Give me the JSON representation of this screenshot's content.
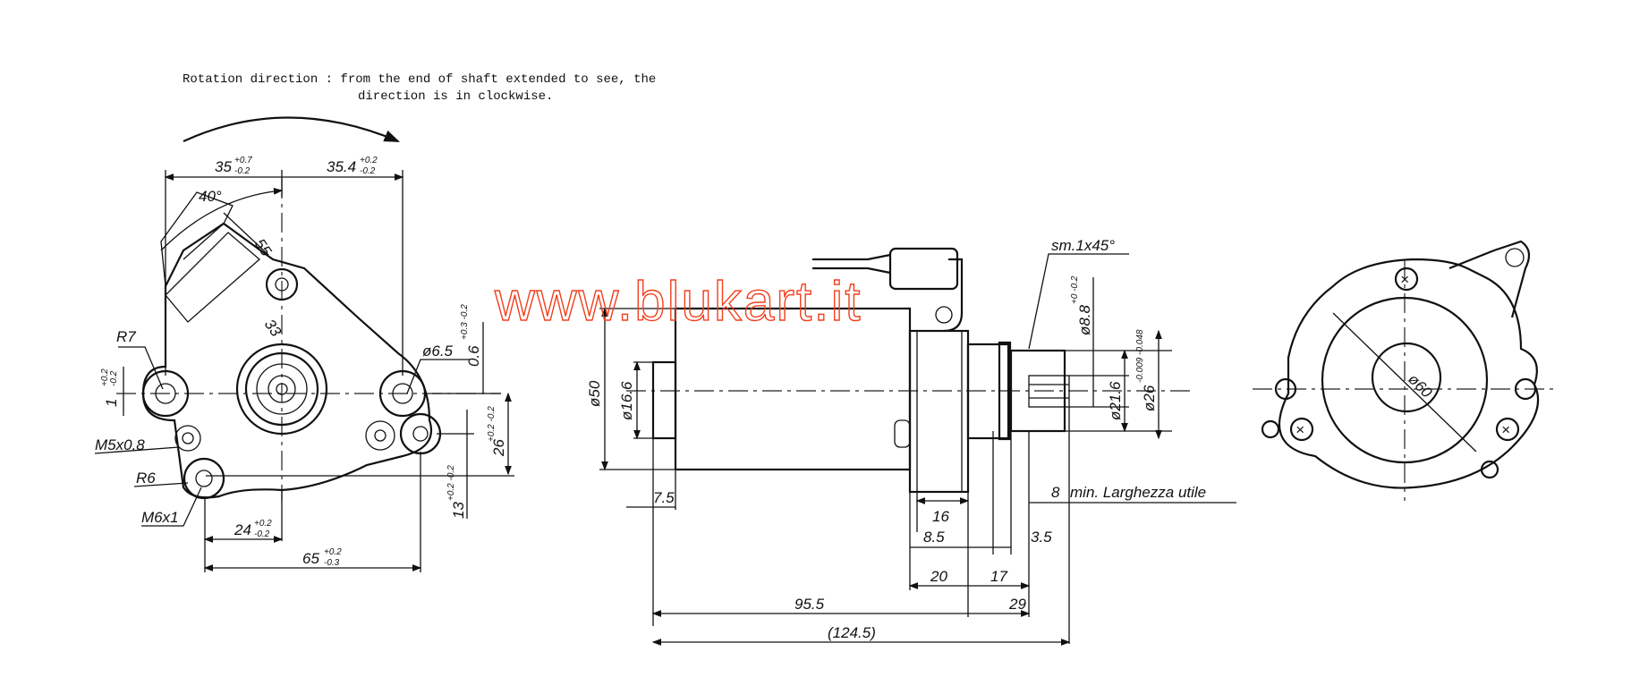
{
  "note": {
    "line1": "Rotation direction : from the end of shaft extended to see,  the",
    "line2": "direction is in clockwise."
  },
  "watermark": "www.blukart.it",
  "front_view": {
    "dim_35": "35",
    "dim_35_tol_up": "+0.7",
    "dim_35_tol_dn": "-0.2",
    "dim_35_4": "35.4",
    "dim_35_4_tol_up": "+0.2",
    "dim_35_4_tol_dn": "-0.2",
    "angle_40": "40°",
    "dim_55": "55",
    "dim_33": "33",
    "r7": "R7",
    "dim_1": "1",
    "dim_1_tol_up": "+0.2",
    "dim_1_tol_dn": "-0.2",
    "m5": "M5x0.8",
    "r6": "R6",
    "m6": "M6x1",
    "phi_6_5": "ø6.5",
    "dim_0_6": "0.6",
    "dim_0_6_tol": "+0.3 -0.2",
    "dim_26": "26",
    "dim_26_tol": "+0.2 -0.2",
    "dim_13": "13",
    "dim_13_tol": "+0.2 -0.2",
    "dim_24": "24",
    "dim_24_tol_up": "+0.2",
    "dim_24_tol_dn": "-0.2",
    "dim_65": "65",
    "dim_65_tol_up": "+0.2",
    "dim_65_tol_dn": "-0.3"
  },
  "side_view": {
    "phi_50": "ø50",
    "phi_16_6": "ø16.6",
    "dim_7_5": "7.5",
    "chamfer": "sm.1x45°",
    "phi_8_8": "ø8.8",
    "phi_8_8_tol": "+0 -0.2",
    "phi_21_6": "ø21.6",
    "phi_26": "ø26",
    "phi_26_tol": "-0.009 -0.048",
    "dim_8": "8",
    "useful_width": "min. Larghezza utile",
    "dim_16": "16",
    "dim_8_5": "8.5",
    "dim_3_5": "3.5",
    "dim_20": "20",
    "dim_17": "17",
    "dim_95_5": "95.5",
    "dim_29": "29",
    "dim_124_5": "(124.5)"
  },
  "rear_view": {
    "phi_60": "ø60"
  }
}
